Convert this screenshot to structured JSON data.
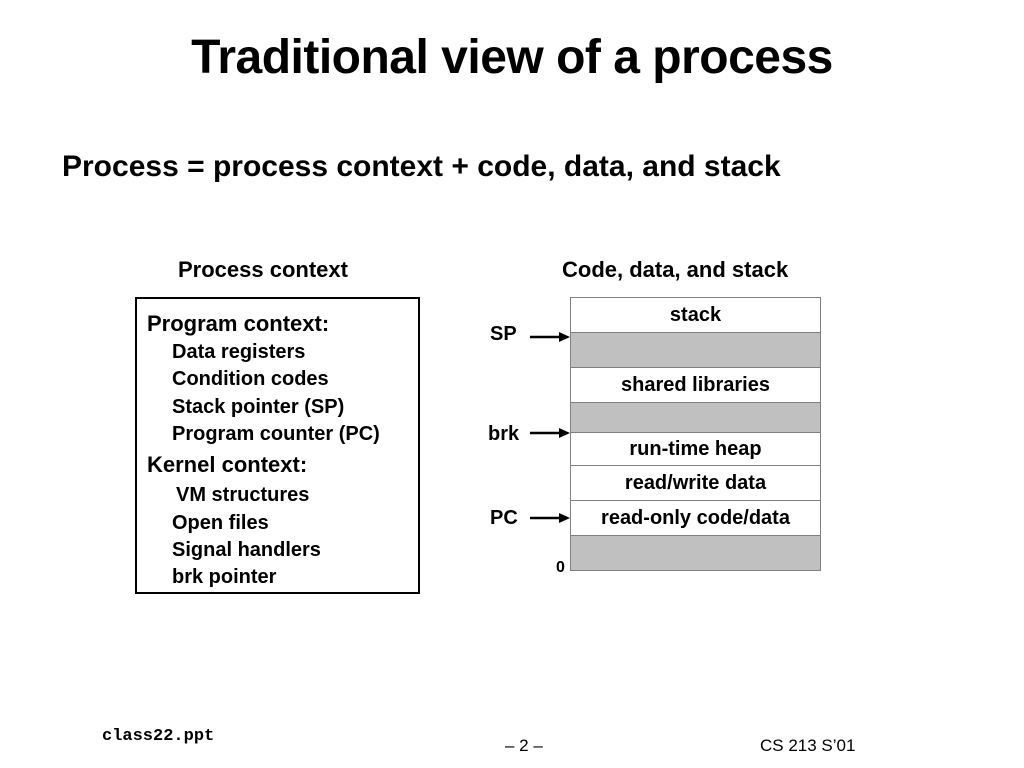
{
  "slide": {
    "title": "Traditional view of a process",
    "subtitle": "Process = process context + code, data, and stack"
  },
  "process_context": {
    "label": "Process context",
    "program_context": {
      "heading": "Program context:",
      "items": [
        "Data registers",
        "Condition codes",
        "Stack pointer (SP)",
        "Program counter (PC)"
      ]
    },
    "kernel_context": {
      "heading": "Kernel context:",
      "items": [
        "VM structures",
        "Open files",
        "Signal handlers",
        "brk pointer"
      ]
    }
  },
  "memory": {
    "label": "Code, data, and stack",
    "segments": [
      "stack",
      "",
      "shared libraries",
      "",
      "run-time heap",
      "read/write data",
      "read-only code/data",
      ""
    ],
    "pointers": {
      "sp": "SP",
      "brk": "brk",
      "pc": "PC",
      "zero": "0"
    }
  },
  "footer": {
    "file": "class22.ppt",
    "page": "– 2 –",
    "course": "CS 213 S’01"
  }
}
